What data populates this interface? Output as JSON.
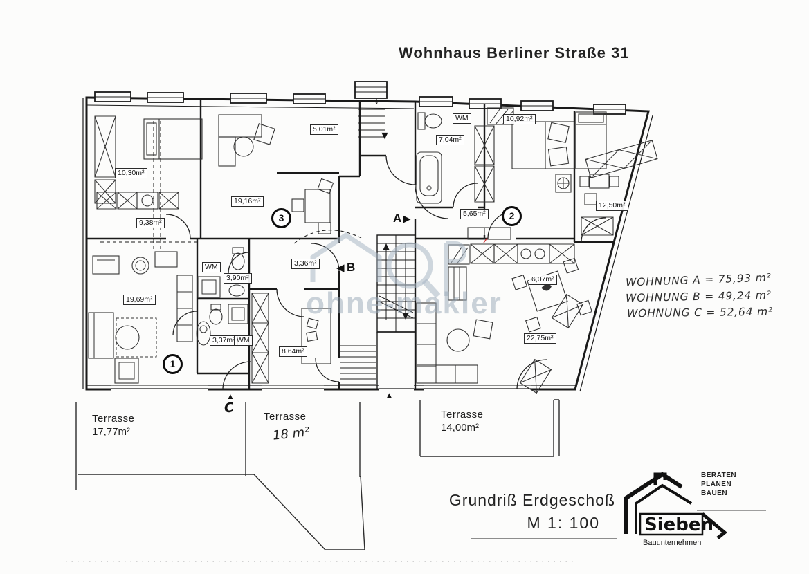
{
  "header": {
    "title": "Wohnhaus Berliner Straße 31"
  },
  "watermark": {
    "text": "ohne-makler"
  },
  "plan": {
    "room_labels": [
      {
        "text": "10,30m²"
      },
      {
        "text": "9,38m²"
      },
      {
        "text": "19,16m²"
      },
      {
        "text": "5,01m²"
      },
      {
        "text": "WM"
      },
      {
        "text": "7,04m²"
      },
      {
        "text": "10,92m²"
      },
      {
        "text": "5,65m²"
      },
      {
        "text": "12,50m²"
      },
      {
        "text": "6,07m²"
      },
      {
        "text": "22,75m²"
      },
      {
        "text": "19,69m²"
      },
      {
        "text": "WM"
      },
      {
        "text": "3,90m²"
      },
      {
        "text": "3,36m²"
      },
      {
        "text": "3,37m²"
      },
      {
        "text": "WM"
      },
      {
        "text": "8,64m²"
      }
    ],
    "units": [
      {
        "number": "1"
      },
      {
        "number": "2"
      },
      {
        "number": "3"
      }
    ],
    "markers": {
      "entry_top": "↓",
      "vestibule": "▼",
      "rear": "▲",
      "terrace_c_tri": "▲",
      "section_a": "A",
      "section_b": "B",
      "section_c": "C",
      "tri_right": "▶",
      "tri_left": "◀"
    },
    "terraces": [
      {
        "name": "Terrasse",
        "area": "17,77m²"
      },
      {
        "name": "Terrasse",
        "area": "18 m²"
      },
      {
        "name": "Terrasse",
        "area": "14,00m²"
      }
    ]
  },
  "annotations": {
    "lines": [
      "WOHNUNG A  =  75,93 m²",
      "WOHNUNG B  =  49,24 m²",
      "WOHNUNG C  =  52,64 m²"
    ]
  },
  "footer": {
    "title": "Grundriß Erdgeschoß",
    "scale": "M 1: 100"
  },
  "logo": {
    "company": "Sieben",
    "subtitle": "Bauunternehmen",
    "tagline1": "BERATEN",
    "tagline2": "PLANEN",
    "tagline3": "BAUEN"
  }
}
